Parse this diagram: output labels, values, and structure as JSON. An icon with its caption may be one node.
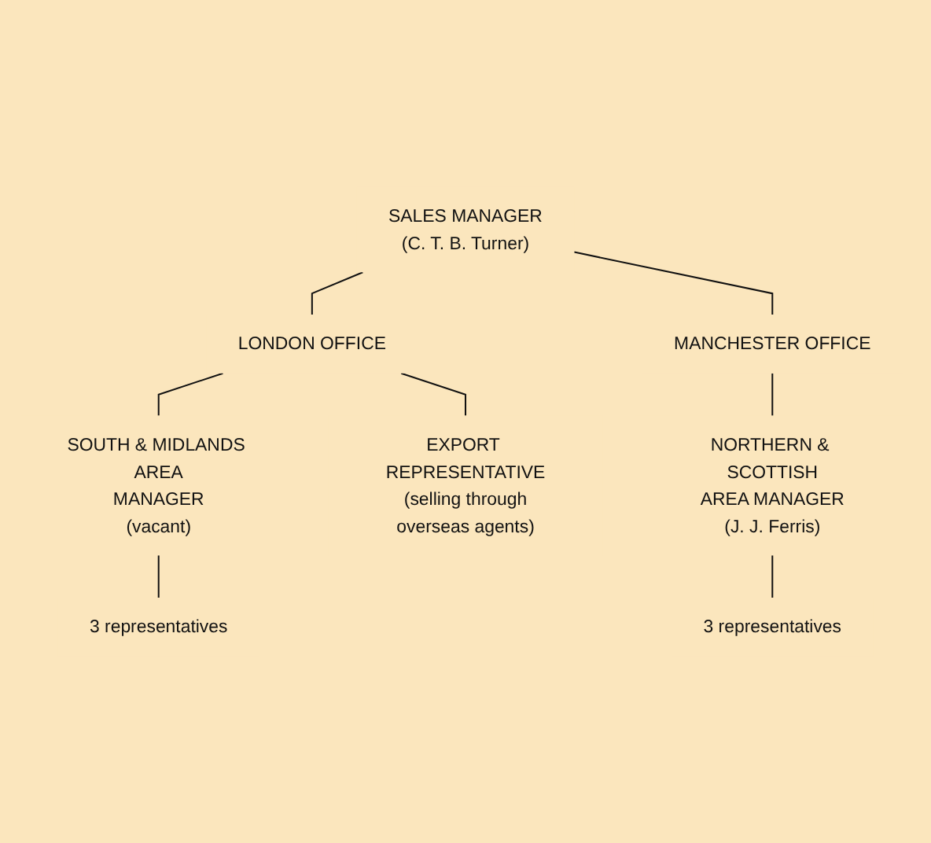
{
  "diagram": {
    "nodes": [
      {
        "text": [
          "SALES MANAGER",
          "(C. T. B. Turner)"
        ]
      },
      {
        "text": [
          "LONDON OFFICE"
        ]
      },
      {
        "text": [
          "MANCHESTER OFFICE"
        ]
      },
      {
        "text": [
          "SOUTH & MIDLANDS AREA MANAGER",
          "(vacant)"
        ]
      },
      {
        "text": [
          "NORTHERN & SCOTTISH AREA MANAGER",
          "(J. J. Ferris)"
        ]
      },
      {
        "text": [
          "EXPORT REPRESENTATIVE",
          "(selling through overseas agents)"
        ]
      },
      {
        "text": [
          "3 representatives"
        ]
      },
      {
        "text": [
          "3 representatives"
        ]
      }
    ],
    "edges": [
      {
        "from": 0,
        "to": 1,
        "arrow": "none"
      },
      {
        "from": 0,
        "to": 2,
        "arrow": "none"
      },
      {
        "from": 1,
        "to": 3,
        "arrow": "none"
      },
      {
        "from": 1,
        "to": 5,
        "arrow": "none"
      },
      {
        "from": 2,
        "to": 4,
        "arrow": "none"
      },
      {
        "from": 3,
        "to": 6,
        "arrow": "none"
      },
      {
        "from": 4,
        "to": 7,
        "arrow": "none"
      }
    ]
  }
}
